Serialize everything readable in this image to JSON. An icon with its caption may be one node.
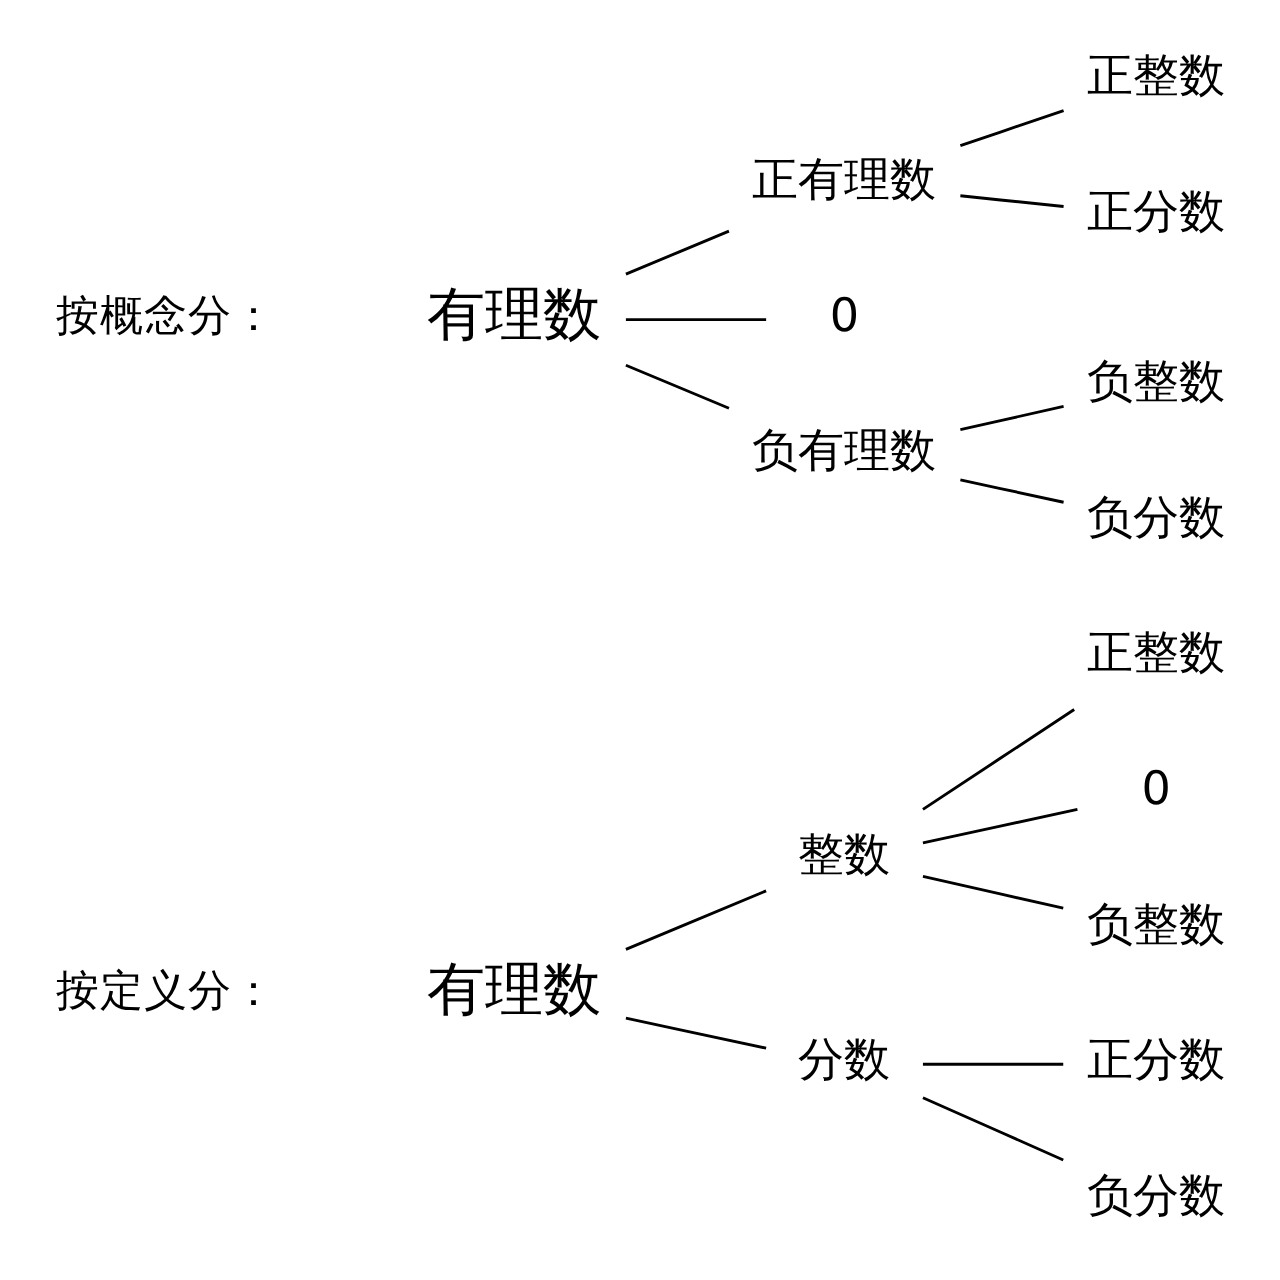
{
  "diagram": {
    "nodes": [
      {
        "text": [
          "有理数"
        ]
      },
      {
        "text": [
          "整数"
        ]
      },
      {
        "text": [
          "分数"
        ]
      },
      {
        "text": [
          "正整数"
        ]
      },
      {
        "text": [
          "0"
        ]
      },
      {
        "text": [
          "负整数"
        ]
      },
      {
        "text": [
          "正分数"
        ]
      },
      {
        "text": [
          "负分数"
        ]
      },
      {
        "text": [
          "有理数"
        ]
      },
      {
        "text": [
          "正有理数"
        ]
      },
      {
        "text": [
          "0"
        ]
      },
      {
        "text": [
          "负有理数"
        ]
      },
      {
        "text": [
          "正整数"
        ]
      },
      {
        "text": [
          "正分数"
        ]
      },
      {
        "text": [
          "负整数"
        ]
      },
      {
        "text": [
          "负分数"
        ]
      }
    ],
    "edges": [
      {
        "from": 0,
        "to": 1,
        "arrow": "none"
      },
      {
        "from": 0,
        "to": 2,
        "arrow": "none"
      },
      {
        "from": 1,
        "to": 3,
        "arrow": "none"
      },
      {
        "from": 1,
        "to": 4,
        "arrow": "none"
      },
      {
        "from": 1,
        "to": 5,
        "arrow": "none"
      },
      {
        "from": 2,
        "to": 6,
        "arrow": "none"
      },
      {
        "from": 2,
        "to": 7,
        "arrow": "none"
      },
      {
        "from": 8,
        "to": 9,
        "arrow": "none"
      },
      {
        "from": 8,
        "to": 10,
        "arrow": "none"
      },
      {
        "from": 8,
        "to": 11,
        "arrow": "none"
      },
      {
        "from": 9,
        "to": 12,
        "arrow": "none"
      },
      {
        "from": 9,
        "to": 13,
        "arrow": "none"
      },
      {
        "from": 11,
        "to": 14,
        "arrow": "none"
      },
      {
        "from": 11,
        "to": 15,
        "arrow": "none"
      }
    ],
    "labels": [
      "按定义分：",
      "按概念分："
    ]
  }
}
